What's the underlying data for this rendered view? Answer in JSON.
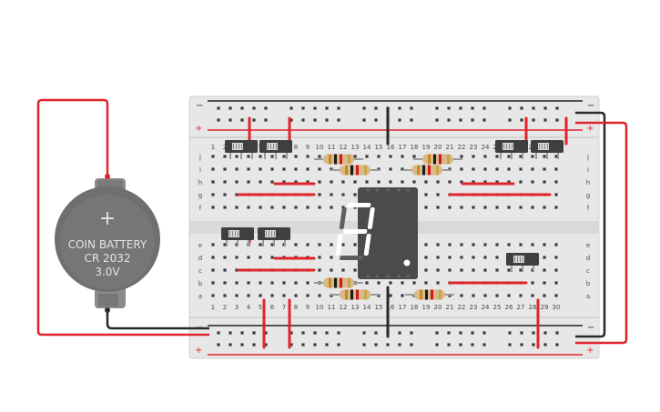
{
  "battery": {
    "line1": "COIN BATTERY",
    "line2": "CR 2032",
    "line3": "3.0V",
    "plus_symbol": "+"
  },
  "breadboard": {
    "rail_minus": "−",
    "rail_plus": "+",
    "column_numbers": [
      "1",
      "2",
      "3",
      "4",
      "5",
      "6",
      "7",
      "8",
      "9",
      "10",
      "11",
      "12",
      "13",
      "14",
      "15",
      "16",
      "17",
      "18",
      "19",
      "20",
      "21",
      "22",
      "23",
      "24",
      "25",
      "26",
      "27",
      "28",
      "29",
      "30"
    ],
    "top_row_letters": [
      "j",
      "i",
      "h",
      "g",
      "f"
    ],
    "bottom_row_letters": [
      "e",
      "d",
      "c",
      "b",
      "a"
    ]
  },
  "colors": {
    "wire_red": "#e0242c",
    "wire_black": "#2a2a2a",
    "board": "#e7e7e7",
    "display_body": "#4b4b4b",
    "segment_on": "#ffffff",
    "segment_off": "#5e5e5e"
  },
  "components": [
    "coin-battery",
    "breadboard",
    "seven-segment-display",
    "slide-switch",
    "resistor"
  ]
}
